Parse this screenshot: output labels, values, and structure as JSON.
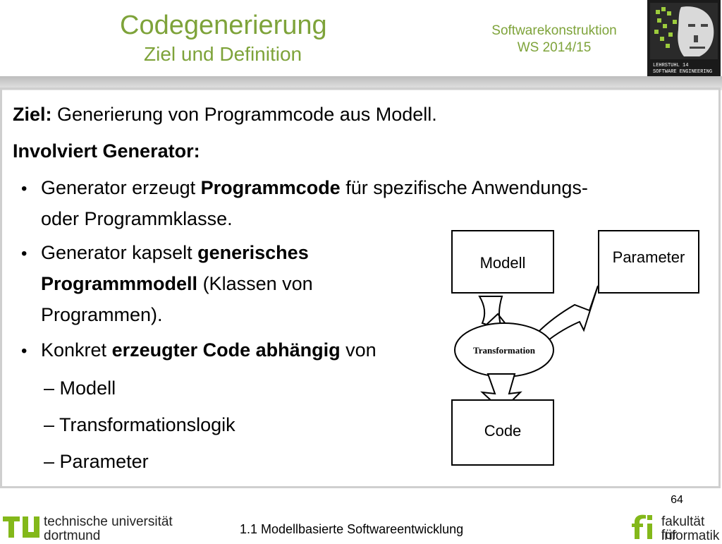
{
  "header": {
    "title": "Codegenerierung",
    "subtitle": "Ziel und Definition",
    "course_line1": "Softwarekonstruktion",
    "course_line2": "WS 2014/15",
    "logo_text_line1": "LEHRSTUHL 14",
    "logo_text_line2": "SOFTWARE ENGINEERING"
  },
  "body": {
    "goal_label": "Ziel:",
    "goal_text": " Generierung von Programmcode aus Modell.",
    "involved_label": "Involviert Generator:",
    "bullet1": {
      "t1": "Generator erzeugt ",
      "b1": "Programmcode",
      "t2": " für spezifische Anwendungs-",
      "line2": "oder Programmklasse."
    },
    "bullet2": {
      "t1": "Generator kapselt ",
      "b1": "generisches",
      "b2": "Programmmodell",
      "t2": " (Klassen von",
      "line3": "Programmen)."
    },
    "bullet3": {
      "t1": "Konkret ",
      "b1": "erzeugter Code abhängig",
      "t2": " von"
    },
    "sub_items": [
      "Modell",
      "Transformationslogik",
      "Parameter"
    ],
    "bullet_glyph": "•",
    "dash_glyph": "–"
  },
  "diagram": {
    "modell": "Modell",
    "parameter": "Parameter",
    "transformation": "Transformation",
    "code": "Code"
  },
  "footer": {
    "page_number": "64",
    "section": "1.1 Modellbasierte Softwareentwicklung",
    "tu_line1": "technische universität",
    "tu_line2": "dortmund",
    "fi_line1": "fakultät für",
    "fi_line2": "informatik"
  },
  "colors": {
    "accent": "#7ea33a",
    "tu_green": "#83b81a"
  }
}
